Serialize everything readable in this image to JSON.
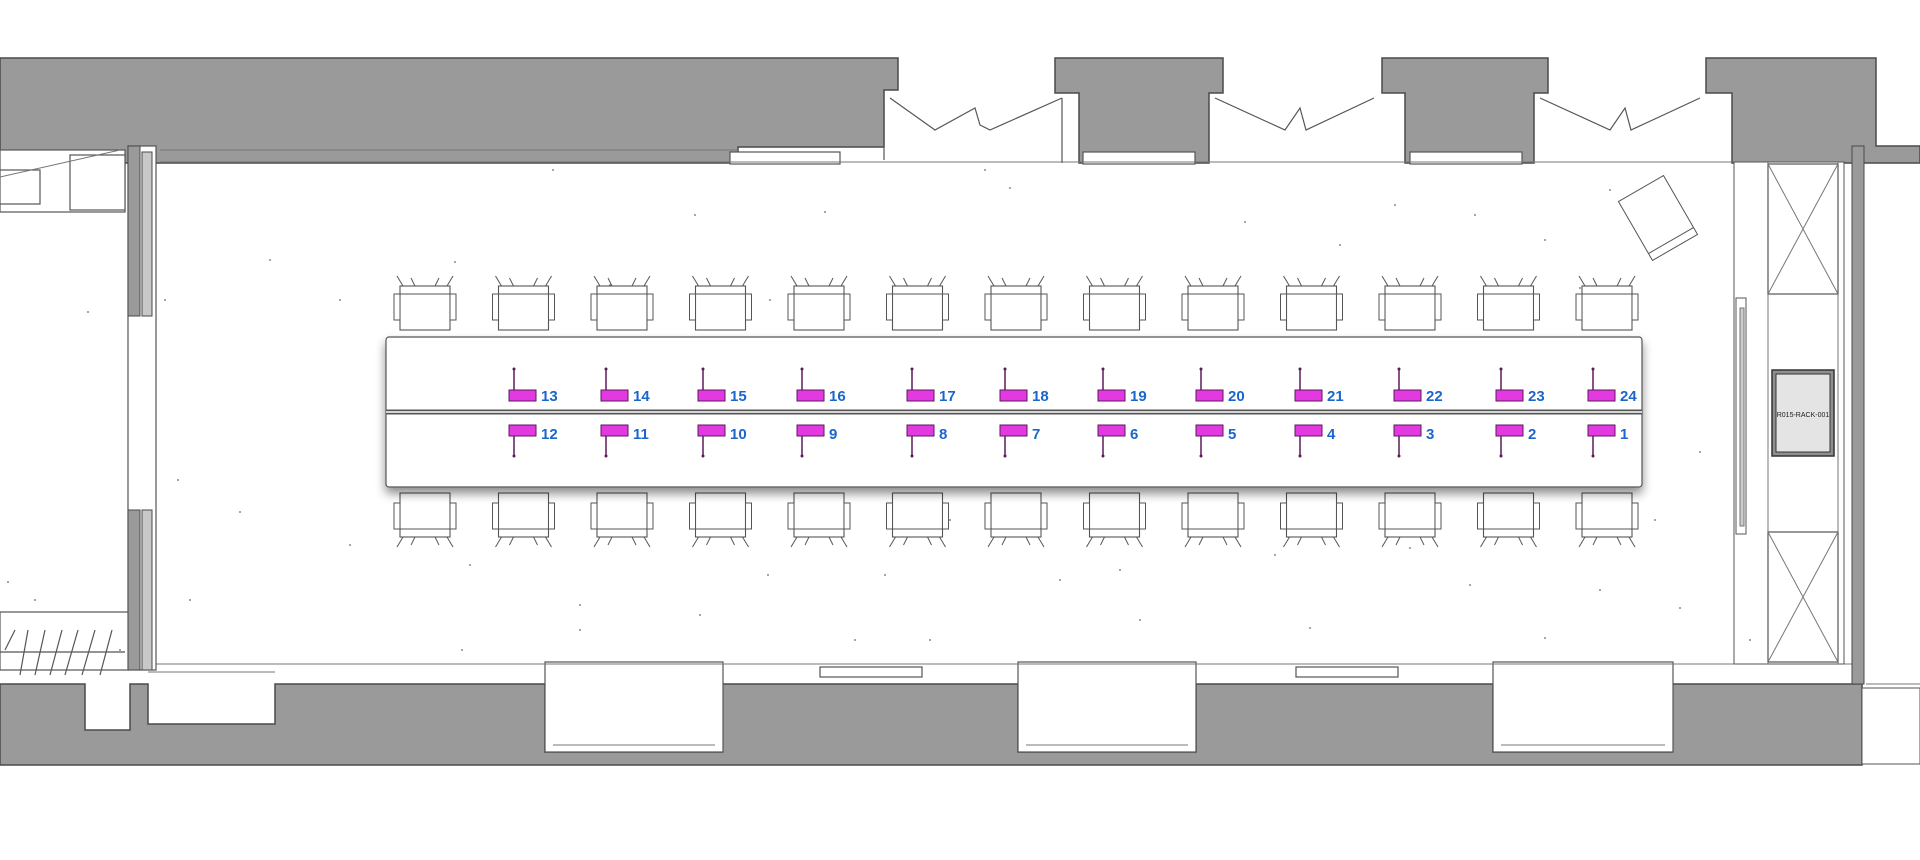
{
  "plan": {
    "rack_label": "R015-RACK-001",
    "colors": {
      "wall": "#9a9a9a",
      "monitor": "#e23ae0",
      "station_number": "#1a66cc"
    },
    "stations_top": [
      "13",
      "14",
      "15",
      "16",
      "17",
      "18",
      "19",
      "20",
      "21",
      "22",
      "23",
      "24"
    ],
    "stations_bottom": [
      "12",
      "11",
      "10",
      "9",
      "8",
      "7",
      "6",
      "5",
      "4",
      "3",
      "2",
      "1"
    ],
    "chairs_per_side": 13
  }
}
